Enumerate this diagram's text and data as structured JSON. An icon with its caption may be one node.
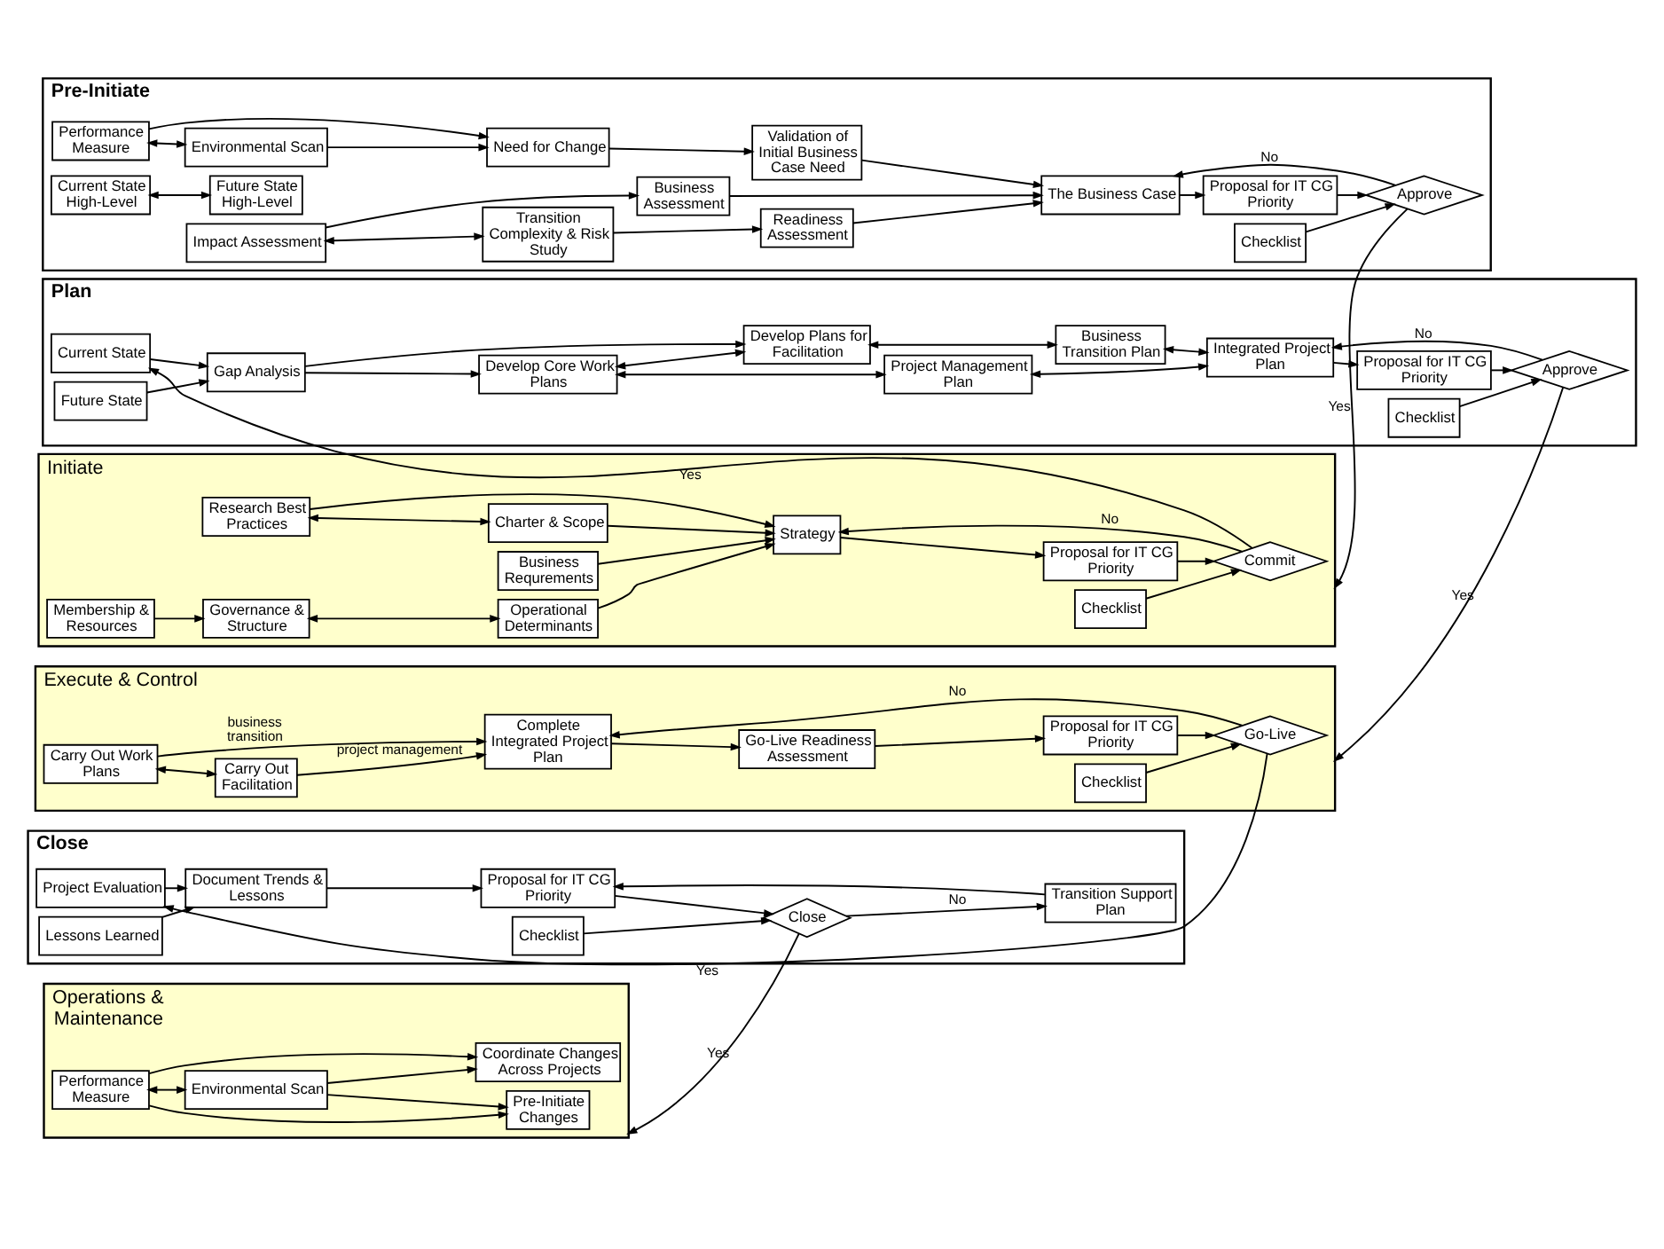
{
  "diagram": {
    "nodes": [
      {
        "text": [
          "Pre-Initiate"
        ]
      },
      {
        "text": [
          "Performance Measure"
        ],
        "in": 0
      },
      {
        "text": [
          "Environmental Scan"
        ],
        "in": 0
      },
      {
        "text": [
          "Need for Change"
        ],
        "in": 0
      },
      {
        "text": [
          "Current State High-Level"
        ],
        "in": 0
      },
      {
        "text": [
          "Future State High-Level"
        ],
        "in": 0
      },
      {
        "text": [
          "Validation of Initial Business Case Need"
        ],
        "in": 0
      },
      {
        "text": [
          "Impact Assessment"
        ],
        "in": 0
      },
      {
        "text": [
          "Transition Complexity & Risk Study"
        ],
        "in": 0
      },
      {
        "text": [
          "Business Assessment"
        ],
        "in": 0
      },
      {
        "text": [
          "The Business Case"
        ],
        "in": 0
      },
      {
        "text": [
          "Readiness Assessment"
        ],
        "in": 0
      },
      {
        "text": [
          "Proposal for IT CG Priority"
        ],
        "in": 0
      },
      {
        "text": [
          "Checklist"
        ],
        "in": 0
      },
      {
        "text": [
          "Approve"
        ],
        "in": 0
      },
      {
        "text": [
          "Initiate"
        ]
      },
      {
        "text": [
          "Research Best Practices"
        ],
        "in": 15
      },
      {
        "text": [
          "Charter & Scope"
        ],
        "in": 15
      },
      {
        "text": [
          "Business Requrements"
        ],
        "in": 15
      },
      {
        "text": [
          "Membership & Resources"
        ],
        "in": 15
      },
      {
        "text": [
          "Governance & Structure"
        ],
        "in": 15
      },
      {
        "text": [
          "Operational Determinants"
        ],
        "in": 15
      },
      {
        "text": [
          "Strategy"
        ],
        "in": 15
      },
      {
        "text": [
          "Proposal for IT CG Priority"
        ],
        "in": 15
      },
      {
        "text": [
          "Checklist"
        ],
        "in": 15
      },
      {
        "text": [
          "Commit"
        ],
        "in": 15
      },
      {
        "text": [
          "Plan"
        ]
      },
      {
        "text": [
          "Current State"
        ],
        "in": 26
      },
      {
        "text": [
          "Future State"
        ],
        "in": 26
      },
      {
        "text": [
          "Gap Analysis"
        ],
        "in": 26
      },
      {
        "text": [
          "Develop Core Work Plans"
        ],
        "in": 26
      },
      {
        "text": [
          "Develop Plans for Facilitation"
        ],
        "in": 26
      },
      {
        "text": [
          "Project Management Plan"
        ],
        "in": 26
      },
      {
        "text": [
          "Business Transition Plan"
        ],
        "in": 26
      },
      {
        "text": [
          "Integrated Project Plan"
        ],
        "in": 26
      },
      {
        "text": [
          "Proposal for IT CG Priority"
        ],
        "in": 26
      },
      {
        "text": [
          "Checklist"
        ],
        "in": 26
      },
      {
        "text": [
          "Approve"
        ],
        "in": 26
      },
      {
        "text": [
          "Execute & Control"
        ]
      },
      {
        "text": [
          "Carry Out Work Plans"
        ],
        "in": 38
      },
      {
        "text": [
          "Carry Out Facilitation"
        ],
        "in": 38
      },
      {
        "text": [
          "Complete Integrated Project Plan"
        ],
        "in": 38
      },
      {
        "text": [
          "Go-Live Readiness Assessment"
        ],
        "in": 38
      },
      {
        "text": [
          "Proposal for IT CG Priority"
        ],
        "in": 38
      },
      {
        "text": [
          "Checklist"
        ],
        "in": 38
      },
      {
        "text": [
          "Go-Live"
        ],
        "in": 38
      },
      {
        "text": [
          "Close"
        ]
      },
      {
        "text": [
          "Project Evaluation"
        ],
        "in": 46
      },
      {
        "text": [
          "Lessons Learned"
        ],
        "in": 46
      },
      {
        "text": [
          "Document Trends & Lessons"
        ],
        "in": 46
      },
      {
        "text": [
          "Transition Support Plan"
        ],
        "in": 46
      },
      {
        "text": [
          "Proposal for IT CG Priority"
        ],
        "in": 46
      },
      {
        "text": [
          "Checklist"
        ],
        "in": 46
      },
      {
        "text": [
          "Close"
        ],
        "in": 46
      },
      {
        "text": [
          "Operations & Maintenance"
        ]
      },
      {
        "text": [
          "Performance Measure"
        ],
        "in": 54
      },
      {
        "text": [
          "Environmental Scan"
        ],
        "in": 54
      },
      {
        "text": [
          "Pre-Initiate Changes"
        ],
        "in": 54
      },
      {
        "text": [
          "Coordinate Changes Across Projects"
        ],
        "in": 54
      }
    ],
    "edges": [
      {
        "from": 1,
        "to": 2,
        "arrow": "both"
      },
      {
        "from": 1,
        "to": 3,
        "arrow": "to"
      },
      {
        "from": 2,
        "to": 3,
        "arrow": "to"
      },
      {
        "from": 3,
        "to": 6,
        "arrow": "to"
      },
      {
        "from": 4,
        "to": 5,
        "arrow": "both"
      },
      {
        "from": 6,
        "to": 10,
        "arrow": "to"
      },
      {
        "from": 7,
        "to": 8,
        "arrow": "both"
      },
      {
        "from": 7,
        "to": 9,
        "arrow": "to"
      },
      {
        "from": 8,
        "to": 11,
        "arrow": "to"
      },
      {
        "from": 9,
        "to": 10,
        "arrow": "to"
      },
      {
        "from": 11,
        "to": 10,
        "arrow": "to"
      },
      {
        "from": 10,
        "to": 12,
        "arrow": "to"
      },
      {
        "from": 12,
        "to": 14,
        "arrow": "to"
      },
      {
        "from": 13,
        "to": 14,
        "arrow": "to"
      },
      {
        "from": 14,
        "to": 10,
        "label": "No",
        "arrow": "to"
      },
      {
        "from": 14,
        "to": 15,
        "label": "Yes",
        "arrow": "to"
      },
      {
        "from": 16,
        "to": 17,
        "arrow": "both"
      },
      {
        "from": 16,
        "to": 22,
        "arrow": "to"
      },
      {
        "from": 17,
        "to": 22,
        "arrow": "to"
      },
      {
        "from": 18,
        "to": 22,
        "arrow": "to"
      },
      {
        "from": 19,
        "to": 20,
        "arrow": "to"
      },
      {
        "from": 20,
        "to": 21,
        "arrow": "both"
      },
      {
        "from": 21,
        "to": 22,
        "arrow": "to"
      },
      {
        "from": 22,
        "to": 23,
        "arrow": "to"
      },
      {
        "from": 23,
        "to": 25,
        "arrow": "to"
      },
      {
        "from": 24,
        "to": 25,
        "arrow": "to"
      },
      {
        "from": 25,
        "to": 22,
        "label": "No",
        "arrow": "to"
      },
      {
        "from": 25,
        "to": 27,
        "label": "Yes",
        "arrow": "to"
      },
      {
        "from": 27,
        "to": 29,
        "arrow": "to"
      },
      {
        "from": 28,
        "to": 29,
        "arrow": "to"
      },
      {
        "from": 29,
        "to": 30,
        "arrow": "to"
      },
      {
        "from": 29,
        "to": 31,
        "arrow": "to"
      },
      {
        "from": 30,
        "to": 31,
        "arrow": "both"
      },
      {
        "from": 30,
        "to": 32,
        "arrow": "both"
      },
      {
        "from": 31,
        "to": 33,
        "arrow": "both"
      },
      {
        "from": 32,
        "to": 34,
        "arrow": "both"
      },
      {
        "from": 33,
        "to": 34,
        "arrow": "both"
      },
      {
        "from": 34,
        "to": 35,
        "arrow": "to"
      },
      {
        "from": 35,
        "to": 37,
        "arrow": "to"
      },
      {
        "from": 36,
        "to": 37,
        "arrow": "to"
      },
      {
        "from": 37,
        "to": 34,
        "label": "No",
        "arrow": "to"
      },
      {
        "from": 37,
        "to": 38,
        "label": "Yes",
        "arrow": "to"
      },
      {
        "from": 39,
        "to": 40,
        "arrow": "both"
      },
      {
        "from": 39,
        "to": 41,
        "label": "business transition",
        "arrow": "to"
      },
      {
        "from": 40,
        "to": 41,
        "label": "project management",
        "arrow": "to"
      },
      {
        "from": 41,
        "to": 42,
        "arrow": "to"
      },
      {
        "from": 42,
        "to": 43,
        "arrow": "to"
      },
      {
        "from": 43,
        "to": 45,
        "arrow": "to"
      },
      {
        "from": 44,
        "to": 45,
        "arrow": "to"
      },
      {
        "from": 45,
        "to": 41,
        "label": "No",
        "arrow": "to"
      },
      {
        "from": 45,
        "to": 47,
        "label": "Yes",
        "arrow": "to"
      },
      {
        "from": 47,
        "to": 49,
        "arrow": "to"
      },
      {
        "from": 48,
        "to": 49,
        "arrow": "to"
      },
      {
        "from": 49,
        "to": 51,
        "arrow": "to"
      },
      {
        "from": 50,
        "to": 51,
        "arrow": "to"
      },
      {
        "from": 51,
        "to": 53,
        "arrow": "to"
      },
      {
        "from": 52,
        "to": 53,
        "arrow": "to"
      },
      {
        "from": 53,
        "to": 50,
        "label": "No",
        "arrow": "to"
      },
      {
        "from": 53,
        "to": 54,
        "label": "Yes",
        "arrow": "to"
      },
      {
        "from": 55,
        "to": 56,
        "arrow": "both"
      },
      {
        "from": 55,
        "to": 57,
        "arrow": "to"
      },
      {
        "from": 56,
        "to": 57,
        "arrow": "to"
      },
      {
        "from": 55,
        "to": 58,
        "arrow": "to"
      },
      {
        "from": 56,
        "to": 58,
        "arrow": "to"
      }
    ]
  }
}
